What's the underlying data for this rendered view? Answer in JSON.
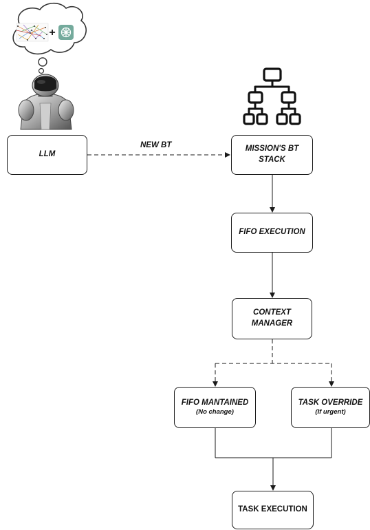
{
  "nodes": {
    "llm": {
      "label": "LLM"
    },
    "mission_bt": {
      "line1": "MISSION'S BT",
      "line2": "STACK"
    },
    "fifo_exec": {
      "label": "FIFO EXECUTION"
    },
    "context_mgr": {
      "line1": "CONTEXT",
      "line2": "MANAGER"
    },
    "fifo_maintained": {
      "line1": "FIFO MANTAINED",
      "line2": "(No change)"
    },
    "task_override": {
      "line1": "TASK OVERRIDE",
      "line2": "(If urgent)"
    },
    "task_exec": {
      "label": "TASK EXECUTION"
    }
  },
  "edges": {
    "llm_to_stack": {
      "label": "NEW BT",
      "style": "dashed"
    }
  },
  "icons": [
    "thought-bubble-icon",
    "neural-network-icon",
    "chatgpt-logo-icon",
    "robot-icon",
    "behavior-tree-icon"
  ],
  "colors": {
    "line": "#1a1a1a",
    "bubble_gray": "#9a9a9a",
    "chatgpt_green": "#74aa9c"
  }
}
